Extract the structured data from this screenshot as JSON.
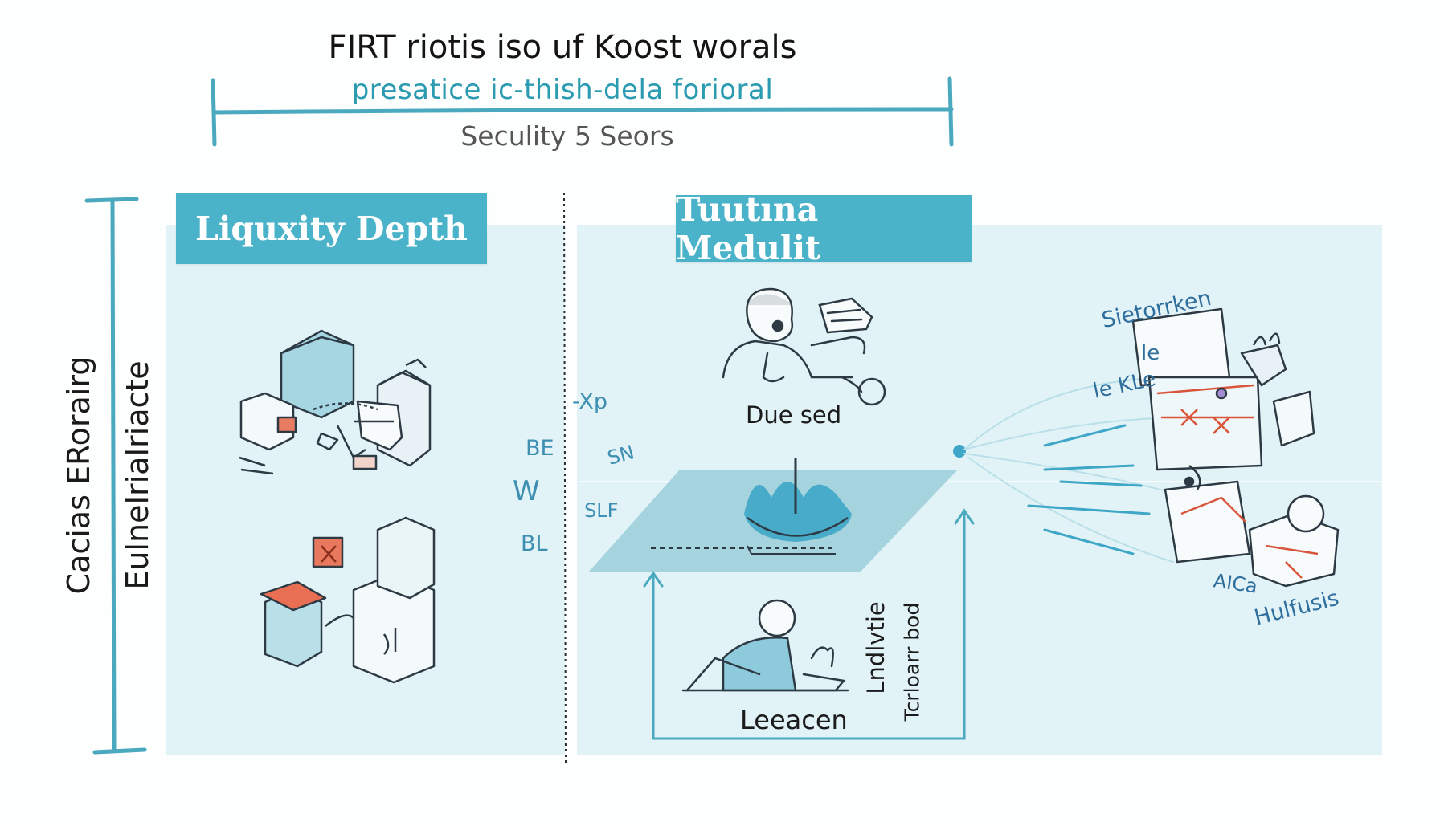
{
  "header": {
    "title": "FIRT riotis iso uf Koost worals",
    "subtitle": "presatice ic-thish-dela forioral",
    "caption": "Seculity 5 Seors"
  },
  "side_labels": {
    "outer": "Cacias ERorairg",
    "inner": "Eulnelrialriacte"
  },
  "left_panel": {
    "title": "Liquxity  Depth"
  },
  "right_panel": {
    "title": "Tuutına Medulit",
    "figure_top_label": "Due sed",
    "figure_bottom_label": "Leeacen",
    "vertical_label_1": "Lndlvtie",
    "vertical_label_2": "Tcrloarr bod"
  },
  "handwritten": {
    "xp": "-Xp",
    "be": "BE",
    "sn": "SN",
    "w": "W",
    "slf": "SLF",
    "bl": "BL"
  },
  "cluster": {
    "label_top": "Sietorrken",
    "label_le": "le",
    "label_kle": "le KLe",
    "label_aica": "AICa",
    "label_bottom": "Hulfusis"
  },
  "colors": {
    "accent": "#4bb3c9",
    "accent_text": "#2b9bb1",
    "panel": "#e2f3f8",
    "stroke": "#2d3a44",
    "red": "#d9553a"
  }
}
